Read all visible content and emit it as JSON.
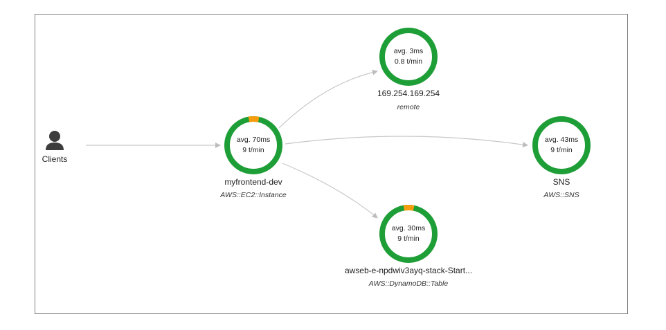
{
  "clients": {
    "label": "Clients",
    "icon": "user-icon"
  },
  "nodes": [
    {
      "id": "frontend",
      "name": "myfrontend-dev",
      "type": "AWS::EC2::Instance",
      "avg": "avg. 70ms",
      "tpm": "9 t/min",
      "ok_fraction": 0.94,
      "warn_fraction": 0.06
    },
    {
      "id": "remote",
      "name": "169.254.169.254",
      "type": "remote",
      "avg": "avg. 3ms",
      "tpm": "0.8 t/min",
      "ok_fraction": 1.0,
      "warn_fraction": 0.0
    },
    {
      "id": "sns",
      "name": "SNS",
      "type": "AWS::SNS",
      "avg": "avg. 43ms",
      "tpm": "9 t/min",
      "ok_fraction": 1.0,
      "warn_fraction": 0.0
    },
    {
      "id": "dynamo",
      "name": "awseb-e-npdwiv3ayq-stack-Start...",
      "type": "AWS::DynamoDB::Table",
      "avg": "avg. 30ms",
      "tpm": "9 t/min",
      "ok_fraction": 0.94,
      "warn_fraction": 0.06
    }
  ],
  "colors": {
    "ok": "#1e9e36",
    "warn": "#f59d0e",
    "edge": "#c8c8c8",
    "icon": "#3d3d3d"
  }
}
